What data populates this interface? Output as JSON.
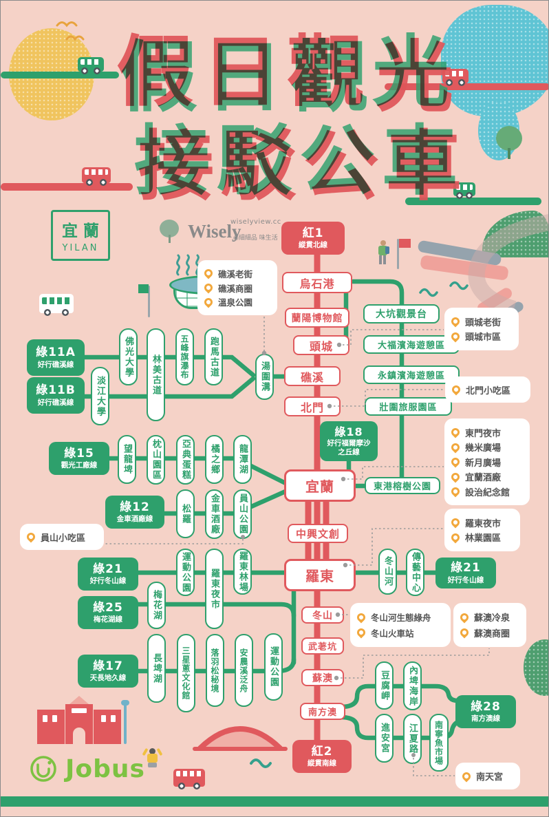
{
  "title": {
    "line1": "假日觀光",
    "line2": "接駁公車",
    "chars1": [
      "假",
      "日",
      "觀",
      "光"
    ],
    "chars2": [
      "接",
      "駁",
      "公",
      "車"
    ]
  },
  "region": {
    "zh": "宜蘭",
    "en": "YILAN"
  },
  "watermark": {
    "brand": "Wisely",
    "site": "wiselyview.cc",
    "tagline": "◉細細品 味生活"
  },
  "footer": {
    "logo": "Jobus"
  },
  "red_routes": [
    {
      "name": "紅1",
      "subtitle": "縱貫北線"
    },
    {
      "name": "紅2",
      "subtitle": "縱貫南線"
    }
  ],
  "red_stations": [
    "烏石港",
    "蘭陽博物館",
    "頭城",
    "礁溪",
    "北門",
    "宜蘭",
    "中興文創",
    "羅東",
    "冬山",
    "武荖坑",
    "蘇澳",
    "南方澳"
  ],
  "green_routes": [
    {
      "name": "綠11A",
      "subtitle": "好行礁溪線",
      "stations": [
        "佛光大學",
        "林美古道",
        "五峰旗瀑布",
        "跑馬古道",
        "湯圍溝"
      ]
    },
    {
      "name": "綠11B",
      "subtitle": "好行礁溪線",
      "stations": [
        "淡江大學",
        "林美古道",
        "湯圍溝"
      ]
    },
    {
      "name": "綠15",
      "subtitle": "觀光工廠線",
      "stations": [
        "望龍埤",
        "枕山園區",
        "亞典蛋糕",
        "橘之鄉",
        "龍潭湖"
      ]
    },
    {
      "name": "綠12",
      "subtitle": "金車酒廠線",
      "stations": [
        "松羅",
        "金車酒廠",
        "員山公園"
      ]
    },
    {
      "name": "綠18",
      "subtitle": "好行福爾摩沙之丘線",
      "stations": [
        "東港榕樹公園",
        "壯圍旅服園區",
        "永鎮濱海遊憩區",
        "大福濱海遊憩區",
        "大坑觀景台"
      ]
    },
    {
      "name": "綠21",
      "subtitle": "好行冬山線",
      "stations": [
        "運動公園",
        "羅東夜市",
        "羅東林場"
      ]
    },
    {
      "name": "綠21",
      "subtitle": "好行冬山線",
      "stations": [
        "冬山河",
        "傳藝中心"
      ]
    },
    {
      "name": "綠25",
      "subtitle": "梅花湖線",
      "stations": [
        "梅花湖",
        "羅東夜市"
      ]
    },
    {
      "name": "綠17",
      "subtitle": "天長地久線",
      "stations": [
        "長埤湖",
        "三星蔥文化館",
        "落羽松秘境",
        "安農溪泛舟",
        "運動公園"
      ]
    },
    {
      "name": "綠28",
      "subtitle": "南方澳線",
      "stations": [
        "豆腐岬",
        "內埤海岸",
        "進安宮",
        "江夏路",
        "南寧魚市場"
      ]
    }
  ],
  "poi_groups": [
    {
      "items": [
        "礁溪老街",
        "礁溪商圈",
        "溫泉公園"
      ]
    },
    {
      "items": [
        "頭城老街",
        "頭城市區"
      ]
    },
    {
      "items": [
        "北門小吃區"
      ]
    },
    {
      "items": [
        "東門夜市",
        "幾米廣場",
        "新月廣場",
        "宜蘭酒廠",
        "設治紀念館"
      ]
    },
    {
      "items": [
        "員山小吃區"
      ]
    },
    {
      "items": [
        "羅東夜市",
        "林業園區"
      ]
    },
    {
      "items": [
        "冬山河生態綠舟",
        "冬山火車站"
      ]
    },
    {
      "items": [
        "蘇澳冷泉",
        "蘇澳商圈"
      ]
    },
    {
      "items": [
        "南天宮"
      ]
    }
  ],
  "colors": {
    "red": "#E0595D",
    "green": "#2EA06C",
    "background": "#F5D2C7",
    "pin": "#F2A83C",
    "sun": "#F0C45E",
    "sea_blob": "#5FC4D4"
  }
}
